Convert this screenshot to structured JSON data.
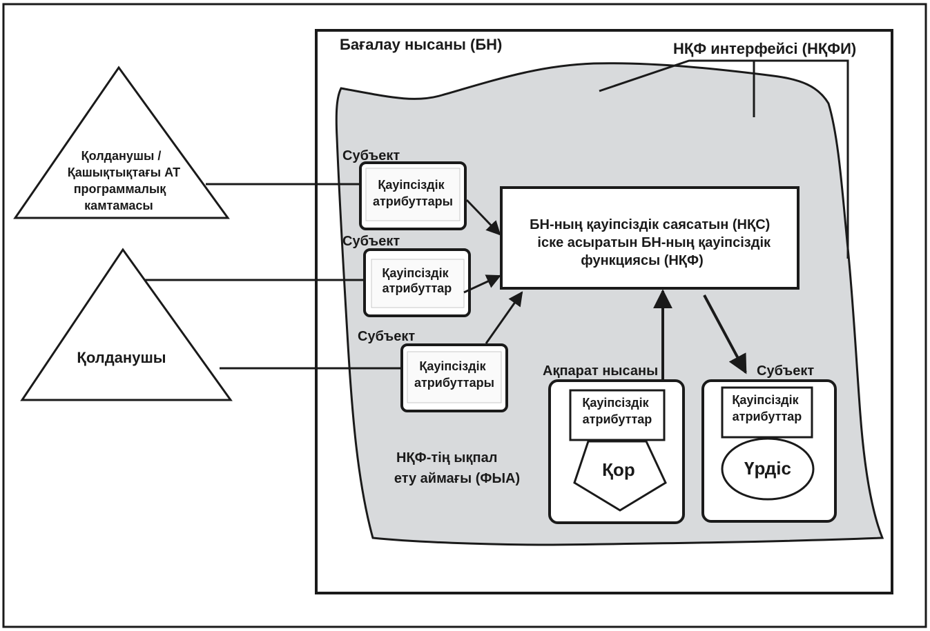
{
  "toe": {
    "title": "Бағалау нысаны (БН)",
    "interface_label": "НҚФ интерфейсі (НҚФИ)",
    "scope_label": [
      "НҚФ-тің ықпал",
      "ету аймағы (ФЫА)"
    ]
  },
  "users": {
    "remote_user": [
      "Қолданушы /",
      "Қашықтықтағы АТ",
      "программалық",
      "камтамасы"
    ],
    "local_user": "Қолданушы"
  },
  "subjects": [
    {
      "label": "Субъект",
      "attributes": [
        "Қауіпсіздік",
        "атрибуттары"
      ]
    },
    {
      "label": "Субъект",
      "attributes": [
        "Қауіпсіздік",
        "атрибуттар"
      ]
    },
    {
      "label": "Субъект",
      "attributes": [
        "Қауіпсіздік",
        "атрибуттары"
      ]
    }
  ],
  "tsf": {
    "text": [
      "БН-ның қауіпсіздік саясатын (НҚС)",
      "іске асыратын БН-ның қауіпсіздік",
      "функциясы (НҚФ)"
    ]
  },
  "object": {
    "label": "Ақпарат нысаны",
    "attributes": [
      "Қауіпсіздік",
      "атрибуттар"
    ],
    "resource": "Қор"
  },
  "subject_process": {
    "label": "Субъект",
    "attributes": [
      "Қауіпсіздік",
      "атрибуттар"
    ],
    "process": "Үрдіс"
  },
  "colors": {
    "scope_fill": "#d8dadc",
    "stroke": "#1a1a1a",
    "box_fill": "#ffffff"
  }
}
